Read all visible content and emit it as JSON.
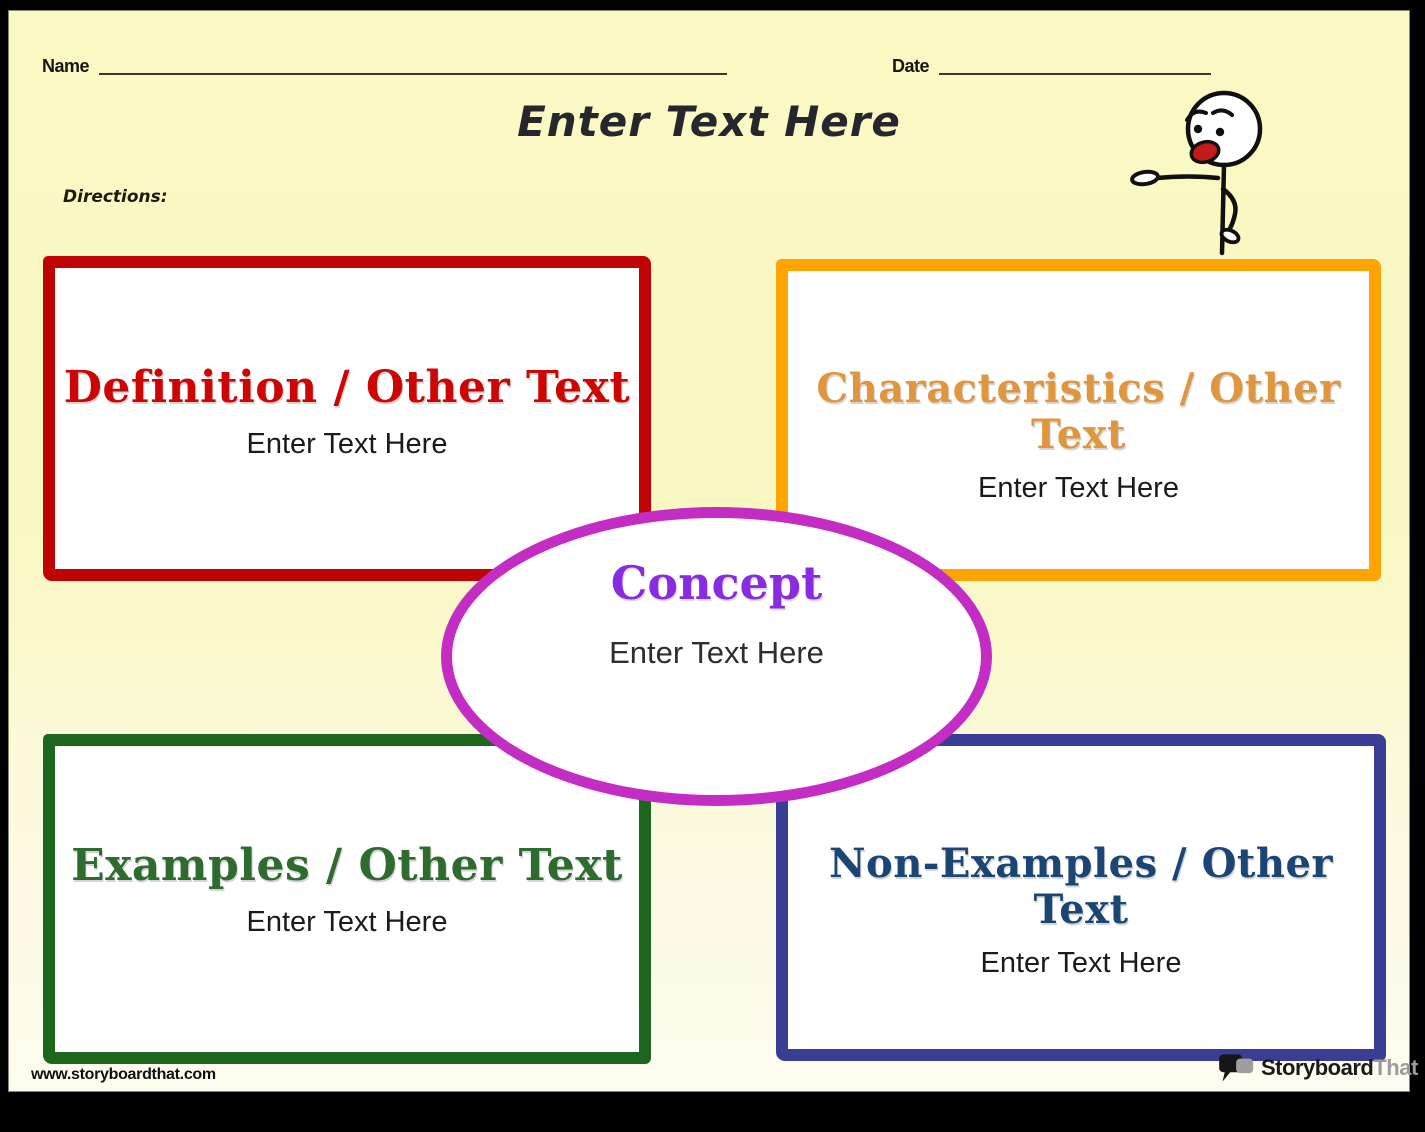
{
  "header": {
    "name_label": "Name",
    "date_label": "Date",
    "title": "Enter Text Here",
    "directions_label": "Directions:"
  },
  "boxes": [
    {
      "key": "definition",
      "title": "Definition / Other Text",
      "body": "Enter Text Here",
      "border_color": "#BE0404",
      "title_color": "#CC0505"
    },
    {
      "key": "characteristics",
      "title": "Characteristics / Other Text",
      "body": "Enter Text Here",
      "border_color": "#FFA402",
      "title_color": "#E0953F"
    },
    {
      "key": "examples",
      "title": "Examples / Other Text",
      "body": "Enter Text Here",
      "border_color": "#1D661D",
      "title_color": "#2E6B2E"
    },
    {
      "key": "non_examples",
      "title": "Non-Examples / Other Text",
      "body": "Enter Text Here",
      "border_color": "#393D93",
      "title_color": "#1B4575"
    }
  ],
  "concept": {
    "title": "Concept",
    "body": "Enter Text Here",
    "border_color": "#C32DC3",
    "title_color": "#8A2BE2"
  },
  "footer": {
    "url": "www.storyboardthat.com",
    "logo_part1": "Storyboard",
    "logo_part2": "That"
  },
  "icons": {
    "character": "stick-figure",
    "logo_icon": "speech-bubbles"
  },
  "colors": {
    "page_background_top": "#FBF9C3",
    "page_background_bottom": "#FDFCF0",
    "body_text": "#1B1B1B",
    "heading_text": "#26262D"
  }
}
